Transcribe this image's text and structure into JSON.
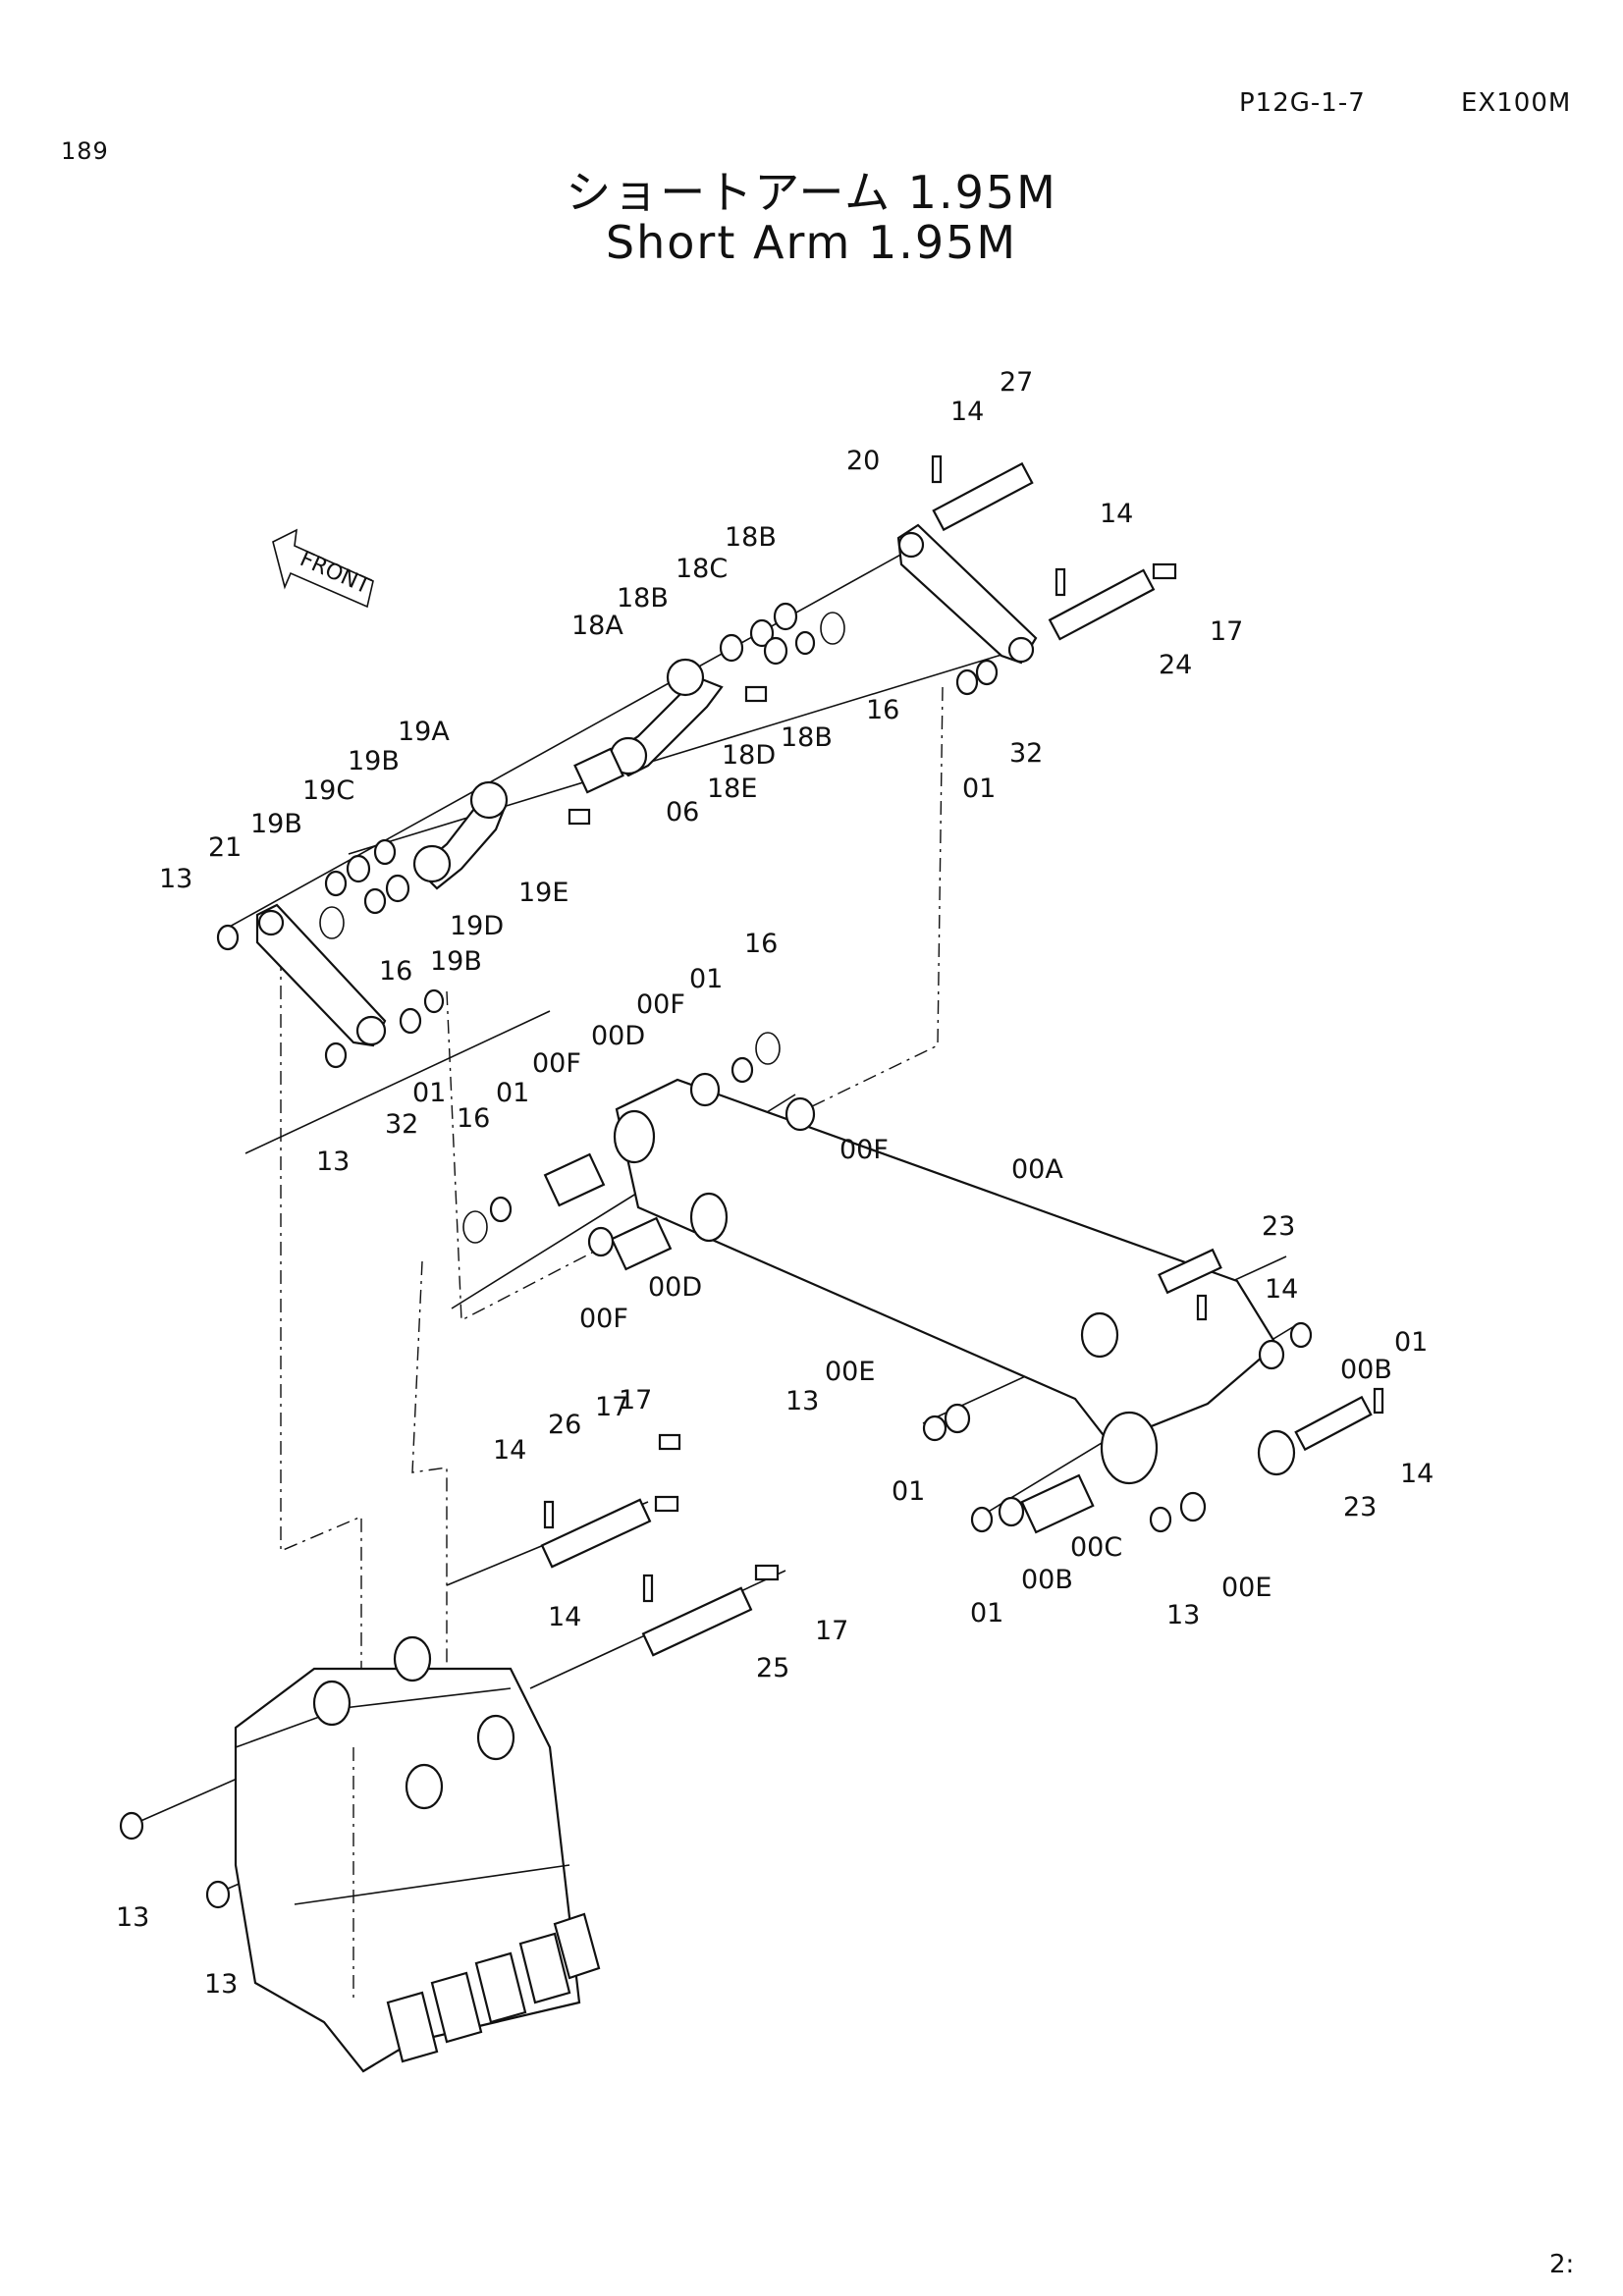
{
  "header": {
    "page_number": "189",
    "doc_code": "P12G-1-7",
    "model": "EX100M"
  },
  "title": {
    "japanese": "ショートアーム 1.95M",
    "english": "Short Arm 1.95M"
  },
  "front_marker": "FRONT",
  "footer": {
    "page_corner": "2:"
  },
  "part_labels": [
    "14",
    "27",
    "20",
    "14",
    "18B",
    "18C",
    "18B",
    "18A",
    "17",
    "24",
    "16",
    "18B",
    "18D",
    "18E",
    "32",
    "01",
    "19A",
    "06",
    "19B",
    "19C",
    "19B",
    "19E",
    "21",
    "19D",
    "13",
    "19B",
    "16",
    "16",
    "01",
    "00F",
    "00D",
    "01",
    "32",
    "00F",
    "01",
    "16",
    "00F",
    "00A",
    "13",
    "23",
    "14",
    "00D",
    "00F",
    "01",
    "00B",
    "00E",
    "13",
    "17",
    "14",
    "26",
    "17",
    "23",
    "14",
    "00C",
    "01",
    "00B",
    "00E",
    "13",
    "01",
    "14",
    "17",
    "25",
    "13",
    "13"
  ],
  "colors": {
    "ink": "#111111",
    "paper": "#ffffff"
  }
}
